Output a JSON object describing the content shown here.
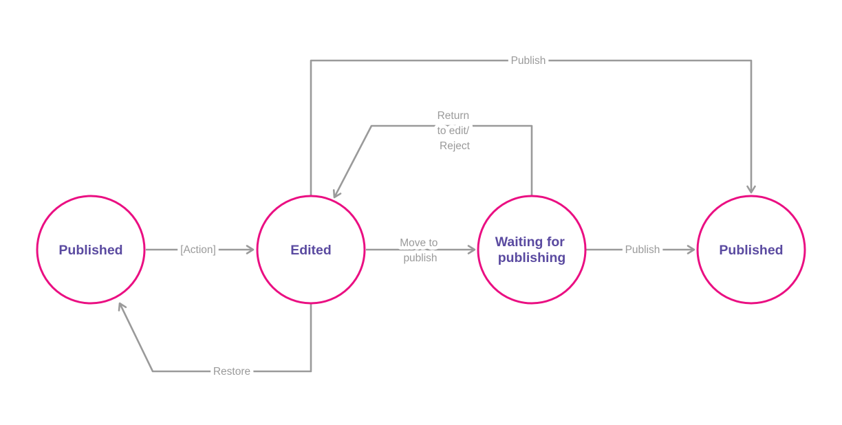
{
  "diagram": {
    "title": "Publishing workflow state diagram",
    "colors": {
      "node_border": "#ea0f82",
      "node_label": "#5a4aa0",
      "edge": "#9a9a9a",
      "bg": "#ffffff"
    },
    "nodes": [
      {
        "id": "published-initial",
        "label": "Published"
      },
      {
        "id": "edited",
        "label": "Edited"
      },
      {
        "id": "waiting-for-publishing",
        "lines": [
          "Waiting for",
          "publishing"
        ]
      },
      {
        "id": "published-final",
        "label": "Published"
      }
    ],
    "edges": {
      "action": {
        "label": "[Action]"
      },
      "move_to_publish": {
        "lines": [
          "Move to",
          "publish"
        ]
      },
      "publish_right": {
        "label": "Publish"
      },
      "publish_top": {
        "label": "Publish"
      },
      "return_to_edit": {
        "lines": [
          "Return",
          "to edit/",
          "Reject"
        ]
      },
      "restore": {
        "label": "Restore"
      }
    }
  }
}
